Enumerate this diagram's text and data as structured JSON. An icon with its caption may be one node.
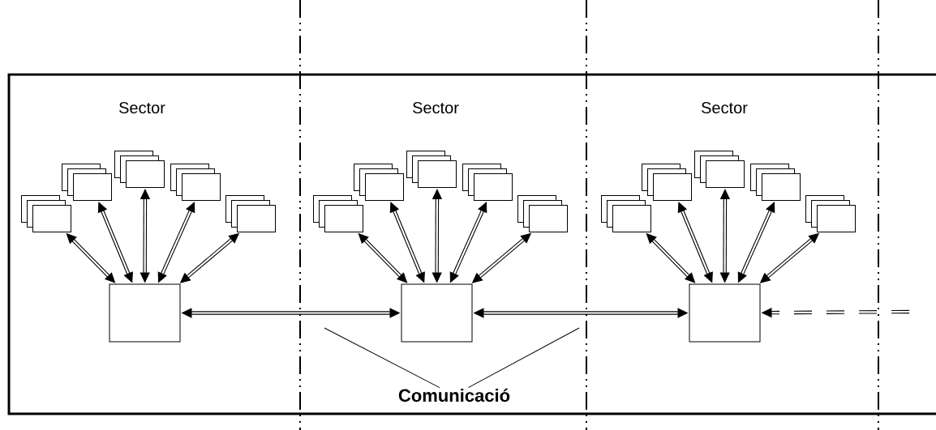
{
  "diagram": {
    "nodes": [
      {
        "text": [],
        "shape": "box"
      },
      {
        "text": [],
        "shape": "box"
      },
      {
        "text": [],
        "shape": "box"
      },
      {
        "text": [],
        "shape": "box"
      },
      {
        "text": [],
        "shape": "box"
      },
      {
        "text": [],
        "shape": "box"
      },
      {
        "text": [],
        "shape": "box"
      },
      {
        "text": [],
        "shape": "box"
      },
      {
        "text": [],
        "shape": "box"
      },
      {
        "text": [],
        "shape": "box"
      },
      {
        "text": [],
        "shape": "box"
      },
      {
        "text": [],
        "shape": "box"
      },
      {
        "text": [],
        "shape": "box"
      },
      {
        "text": [],
        "shape": "box"
      },
      {
        "text": [],
        "shape": "box"
      },
      {
        "text": [],
        "shape": "box"
      },
      {
        "text": [],
        "shape": "box"
      },
      {
        "text": [],
        "shape": "box"
      },
      {
        "text": [
          "Comunicació"
        ]
      }
    ],
    "edges": [
      {
        "from": 5,
        "to": 0,
        "arrow": "both"
      },
      {
        "from": 5,
        "to": 1,
        "arrow": "both"
      },
      {
        "from": 5,
        "to": 2,
        "arrow": "both"
      },
      {
        "from": 5,
        "to": 3,
        "arrow": "both"
      },
      {
        "from": 5,
        "to": 4,
        "arrow": "both"
      },
      {
        "from": 11,
        "to": 6,
        "arrow": "both"
      },
      {
        "from": 11,
        "to": 7,
        "arrow": "both"
      },
      {
        "from": 11,
        "to": 8,
        "arrow": "both"
      },
      {
        "from": 11,
        "to": 9,
        "arrow": "both"
      },
      {
        "from": 11,
        "to": 10,
        "arrow": "both"
      },
      {
        "from": 17,
        "to": 12,
        "arrow": "both"
      },
      {
        "from": 17,
        "to": 13,
        "arrow": "both"
      },
      {
        "from": 17,
        "to": 14,
        "arrow": "both"
      },
      {
        "from": 17,
        "to": 15,
        "arrow": "both"
      },
      {
        "from": 17,
        "to": 16,
        "arrow": "both"
      },
      {
        "from": 5,
        "to": 11,
        "arrow": "both"
      },
      {
        "from": 11,
        "to": 17,
        "arrow": "both"
      },
      {
        "from": null,
        "to": 17,
        "arrow": "to",
        "style": "dashed"
      },
      {
        "from": 18,
        "to": null,
        "arrow": "none"
      },
      {
        "from": 18,
        "to": null,
        "arrow": "none"
      }
    ],
    "labels": [
      "Sector",
      "Sector",
      "Sector"
    ]
  }
}
